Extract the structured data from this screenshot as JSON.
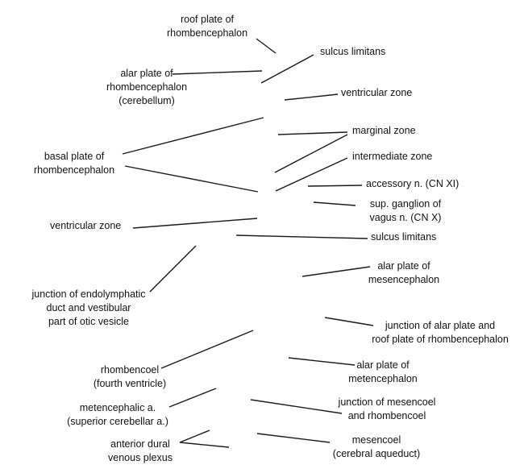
{
  "labels": {
    "roof_plate_rhomb": [
      "roof plate of",
      "rhombencephalon"
    ],
    "sulcus_limitans_top": [
      "sulcus limitans"
    ],
    "alar_plate_rhomb": [
      "alar plate of",
      "rhombencephalon",
      "(cerebellum)"
    ],
    "ventricular_zone_right": [
      "ventricular zone"
    ],
    "marginal_zone": [
      "marginal zone"
    ],
    "basal_plate_rhomb": [
      "basal plate of",
      "rhombencephalon"
    ],
    "intermediate_zone": [
      "intermediate zone"
    ],
    "accessory_n": [
      "accessory n. (CN XI)"
    ],
    "sup_ganglion_vagus": [
      "sup. ganglion of",
      "vagus n. (CN X)"
    ],
    "ventricular_zone_left": [
      "ventricular zone"
    ],
    "sulcus_limitans_mid": [
      "sulcus limitans"
    ],
    "alar_plate_mesen": [
      "alar plate of",
      "mesencephalon"
    ],
    "junction_endolymphatic": [
      "junction of endolymphatic",
      "duct and vestibular",
      "part of otic vesicle"
    ],
    "junction_alar_roof": [
      "junction of alar plate and",
      "roof plate of rhombencephalon"
    ],
    "rhombencoel": [
      "rhombencoel",
      "(fourth ventricle)"
    ],
    "alar_plate_meten": [
      "alar plate of",
      "metencephalon"
    ],
    "metencephalic_a": [
      "metencephalic a.",
      "(superior cerebellar a.)"
    ],
    "junction_mesencoel": [
      "junction of mesencoel",
      "and rhombencoel"
    ],
    "anterior_dural": [
      "anterior dural",
      "venous plexus"
    ],
    "mesencoel": [
      "mesencoel",
      "(cerebral aqueduct)"
    ]
  }
}
